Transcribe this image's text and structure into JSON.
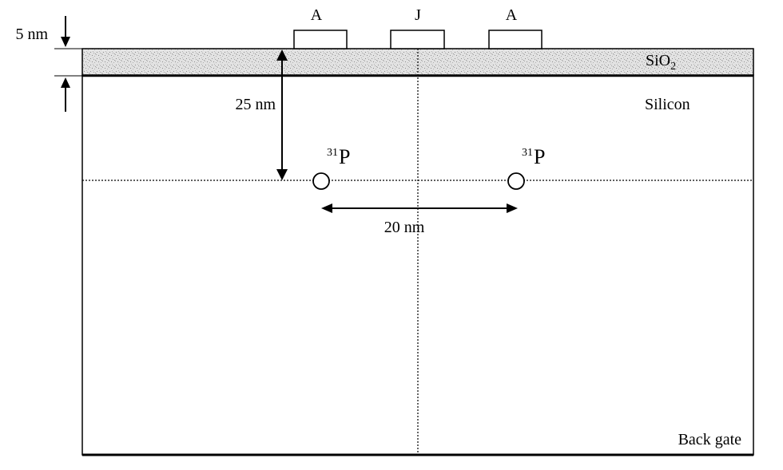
{
  "labels": {
    "oxide_thickness": "5 nm",
    "donor_depth": "25 nm",
    "donor_spacing": "20 nm",
    "oxide_layer_prefix": "SiO",
    "oxide_layer_subscript": "2",
    "substrate": "Silicon",
    "back_gate": "Back gate"
  },
  "gates": [
    {
      "label": "A"
    },
    {
      "label": "J"
    },
    {
      "label": "A"
    }
  ],
  "donors": [
    {
      "isotope_mass": "31",
      "element": "P"
    },
    {
      "isotope_mass": "31",
      "element": "P"
    }
  ]
}
